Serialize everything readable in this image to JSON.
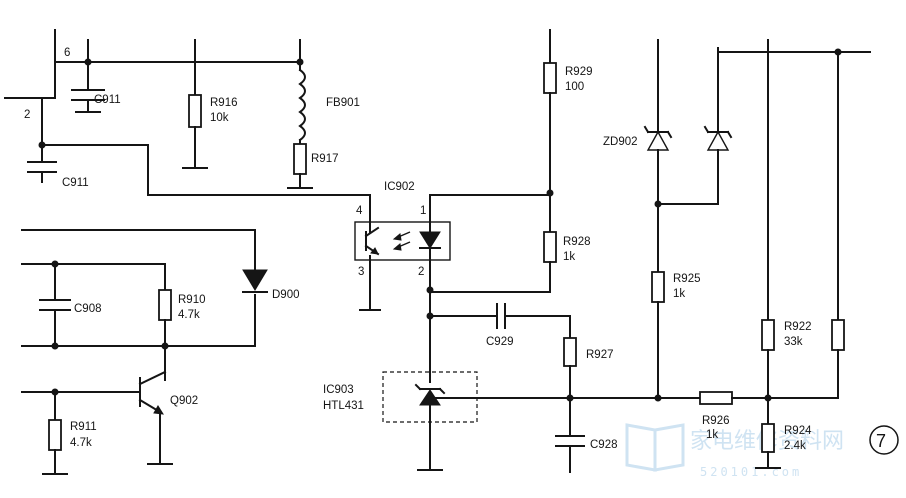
{
  "components": {
    "C911_top": {
      "ref": "C911"
    },
    "C911_left": {
      "ref": "C911"
    },
    "R916": {
      "ref": "R916",
      "value": "10k"
    },
    "FB901": {
      "ref": "FB901"
    },
    "R917": {
      "ref": "R917"
    },
    "IC902": {
      "ref": "IC902"
    },
    "R929": {
      "ref": "R929",
      "value": "100"
    },
    "R928": {
      "ref": "R928",
      "value": "1k"
    },
    "ZD902": {
      "ref": "ZD902"
    },
    "R925": {
      "ref": "R925",
      "value": "1k"
    },
    "R922": {
      "ref": "R922",
      "value": "33k"
    },
    "R926": {
      "ref": "R926",
      "value": "1k"
    },
    "R924": {
      "ref": "R924",
      "value": "2.4k"
    },
    "C908": {
      "ref": "C908"
    },
    "R910": {
      "ref": "R910",
      "value": "4.7k"
    },
    "D900": {
      "ref": "D900"
    },
    "Q902": {
      "ref": "Q902"
    },
    "R911": {
      "ref": "R911",
      "value": "4.7k"
    },
    "C929": {
      "ref": "C929"
    },
    "R927": {
      "ref": "R927"
    },
    "IC903": {
      "ref": "IC903",
      "value": "HTL431"
    },
    "C928": {
      "ref": "C928"
    }
  },
  "pins": {
    "p6": "6",
    "p2": "2",
    "p4": "4",
    "p1": "1",
    "p3": "3",
    "p2b": "2"
  },
  "watermark": {
    "text": "家电维修资料网",
    "url": "520101.com"
  },
  "page_marker": "⑦"
}
